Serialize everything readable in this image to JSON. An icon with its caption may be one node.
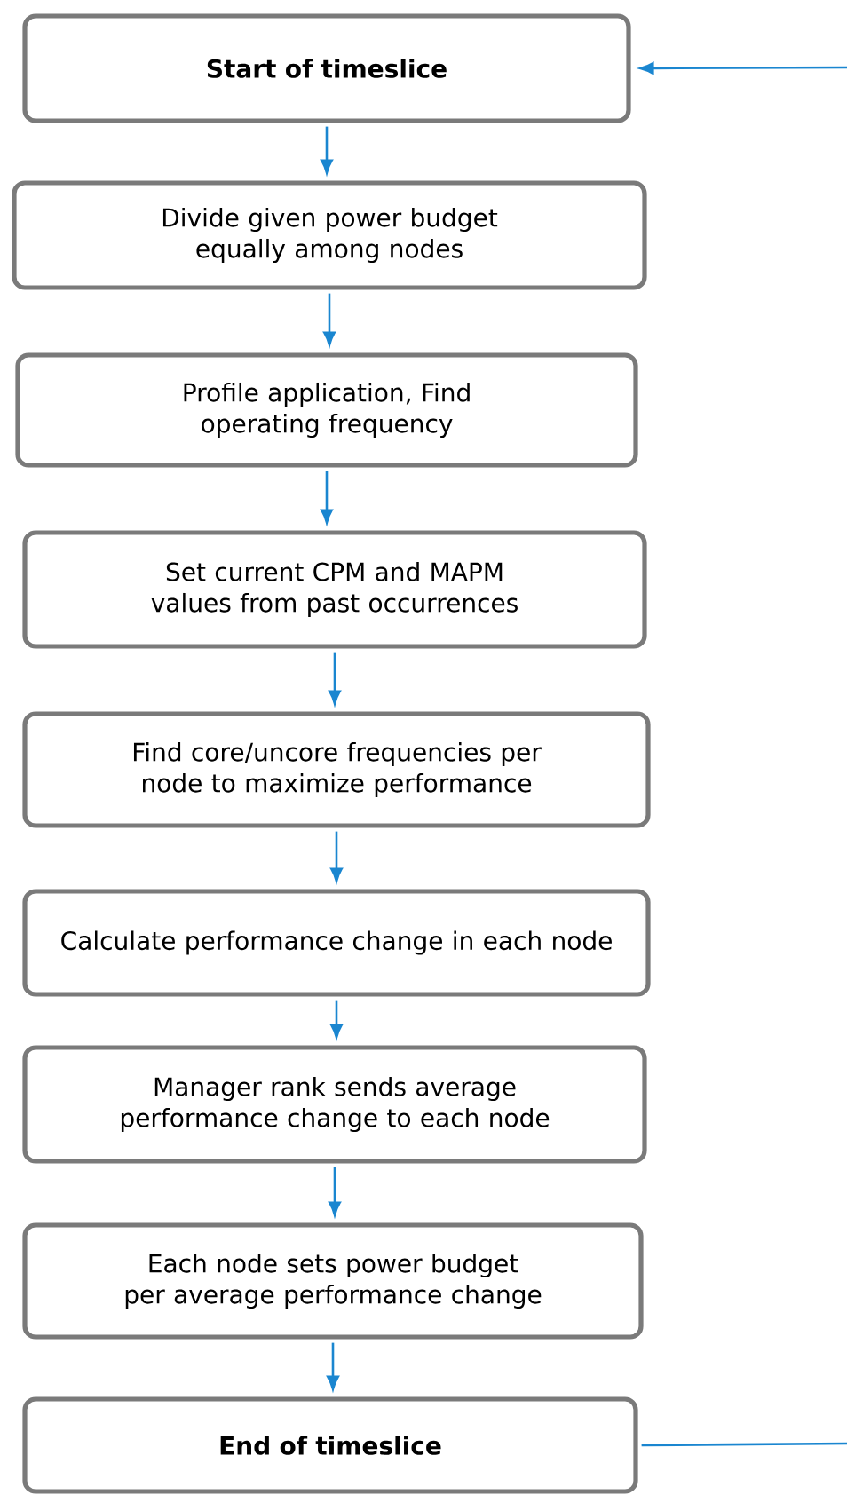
{
  "diagram": {
    "nodes": [
      {
        "text": [
          "**Start of timeslice**"
        ]
      },
      {
        "text": [
          "Divide given power budget equally among nodes"
        ]
      },
      {
        "text": [
          "Profile application, Find operating frequency"
        ]
      },
      {
        "text": [
          "Set current CPM and MAPM values from past occurrences"
        ]
      },
      {
        "text": [
          "Find core/uncore frequencies per node to maximize performance"
        ]
      },
      {
        "text": [
          "Calculate performance change in each node"
        ]
      },
      {
        "text": [
          "Manager rank sends average performance change to each node"
        ]
      },
      {
        "text": [
          "Each node sets power budget per average performance change"
        ]
      },
      {
        "text": [
          "**End of timeslice**"
        ]
      }
    ],
    "edges": [
      {
        "from": null,
        "to": 0,
        "arrow": "to"
      },
      {
        "from": 0,
        "to": 1,
        "arrow": "to"
      },
      {
        "from": 1,
        "to": 2,
        "arrow": "to"
      },
      {
        "from": 2,
        "to": 3,
        "arrow": "to"
      },
      {
        "from": 3,
        "to": 4,
        "arrow": "to"
      },
      {
        "from": 4,
        "to": 5,
        "arrow": "to"
      },
      {
        "from": 5,
        "to": 6,
        "arrow": "to"
      },
      {
        "from": 6,
        "to": 7,
        "arrow": "to"
      },
      {
        "from": 7,
        "to": 8,
        "arrow": "to"
      },
      {
        "from": 8,
        "to": null,
        "arrow": "none"
      }
    ]
  }
}
